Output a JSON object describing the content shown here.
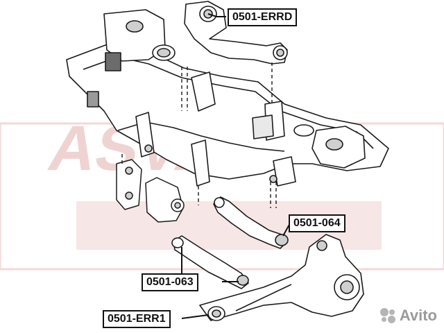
{
  "diagram": {
    "part_numbers": [
      "0501-ERRD",
      "0501-064",
      "0501-063",
      "0501-ERR1"
    ],
    "background_logo_text": "ASVA",
    "watermark": "Avito"
  },
  "colors": {
    "line": "#1a1a1a",
    "fill": "#ffffff",
    "shade": "#cfcfcf",
    "logo_red": "#d9a3a3",
    "label_border": "#111111"
  }
}
